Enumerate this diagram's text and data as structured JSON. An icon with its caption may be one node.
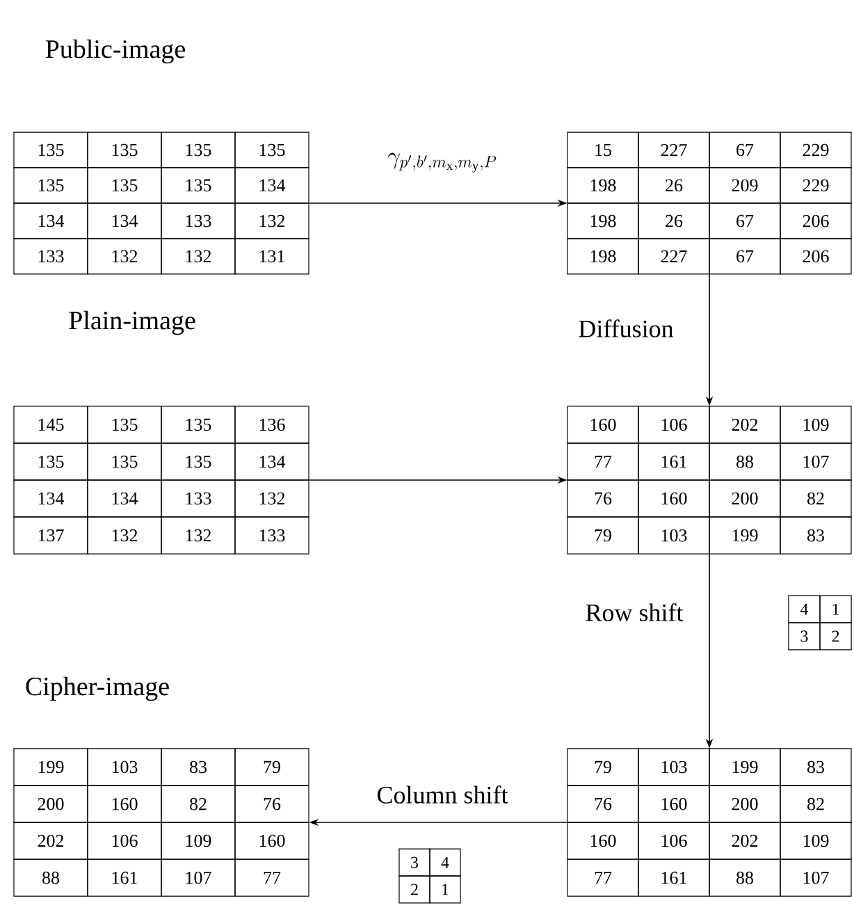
{
  "diagram": {
    "nodes": [
      {
        "text": [
          "135",
          "135",
          "135",
          "135",
          "135",
          "135",
          "135",
          "134",
          "134",
          "134",
          "133",
          "132",
          "133",
          "132",
          "132",
          "131"
        ]
      },
      {
        "text": [
          "15",
          "227",
          "67",
          "229",
          "198",
          "26",
          "209",
          "229",
          "198",
          "26",
          "67",
          "206",
          "198",
          "227",
          "67",
          "206"
        ]
      },
      {
        "text": [
          "145",
          "135",
          "135",
          "136",
          "135",
          "135",
          "135",
          "134",
          "134",
          "134",
          "133",
          "132",
          "137",
          "132",
          "132",
          "133"
        ]
      },
      {
        "text": [
          "160",
          "106",
          "202",
          "109",
          "77",
          "161",
          "88",
          "107",
          "76",
          "160",
          "200",
          "82",
          "79",
          "103",
          "199",
          "83"
        ]
      },
      {
        "text": [
          "4",
          "1",
          "3",
          "2"
        ]
      },
      {
        "text": [
          "79",
          "103",
          "199",
          "83",
          "76",
          "160",
          "200",
          "82",
          "160",
          "106",
          "202",
          "109",
          "77",
          "161",
          "88",
          "107"
        ]
      },
      {
        "text": [
          "199",
          "103",
          "83",
          "79",
          "200",
          "160",
          "82",
          "76",
          "202",
          "106",
          "109",
          "160",
          "88",
          "161",
          "107",
          "77"
        ]
      },
      {
        "text": [
          "3",
          "4",
          "2",
          "1"
        ]
      }
    ],
    "edges": [
      {
        "from": 0,
        "to": 1,
        "arrow": "to",
        "label": "\\gamma_{p',b',m_{\\mathrm{x}},m_{\\mathrm{y}},P}"
      },
      {
        "from": 1,
        "to": 3,
        "arrow": "to",
        "label": "Diffusion"
      },
      {
        "from": 2,
        "to": 3,
        "arrow": "to"
      },
      {
        "from": 3,
        "to": 5,
        "arrow": "to",
        "label": "Row shift"
      },
      {
        "from": 5,
        "to": 6,
        "arrow": "to",
        "label": "Column shift"
      }
    ],
    "labels": [
      "Public-image",
      "Plain-image",
      "Cipher-image"
    ]
  }
}
